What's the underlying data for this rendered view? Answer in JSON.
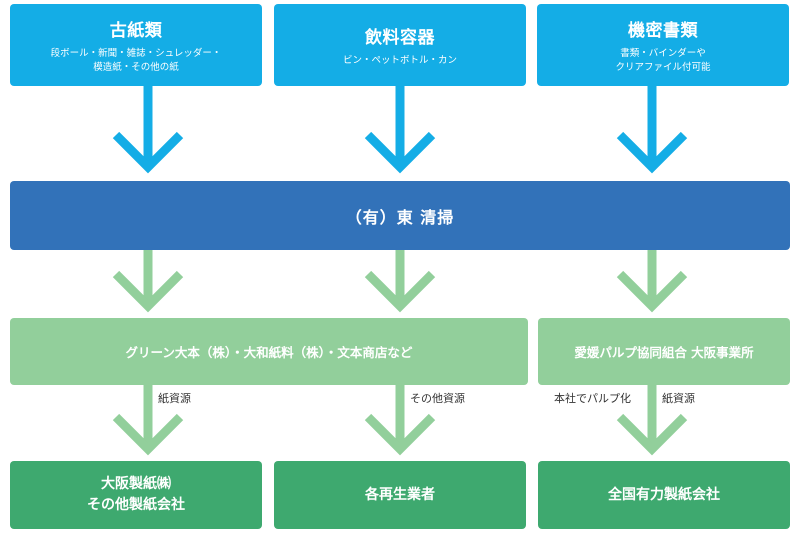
{
  "sources": [
    {
      "title": "古紙類",
      "lines": [
        "段ボール・新聞・雑誌・シュレッダー・",
        "模造紙・その他の紙"
      ]
    },
    {
      "title": "飲料容器",
      "lines": [
        "ビン・ペットボトル・カン",
        ""
      ]
    },
    {
      "title": "機密書類",
      "lines": [
        "書類・バインダーや",
        "クリアファイル付可能"
      ]
    }
  ],
  "processor": "（有）東 清掃",
  "middle": {
    "left": "グリーン大本（株）・大和紙料（株）・文本商店など",
    "right": "愛媛パルプ協同組合 大阪事業所"
  },
  "labels": {
    "left": "紙資源",
    "center": "その他資源",
    "right_a": "本社でパルプ化",
    "right_b": "紙資源"
  },
  "destinations": [
    {
      "lines": [
        "大阪製紙㈱",
        "その他製紙会社"
      ]
    },
    {
      "lines": [
        "各再生業者",
        ""
      ]
    },
    {
      "lines": [
        "全国有力製紙会社",
        ""
      ]
    }
  ],
  "colors": {
    "source": "#14ade6",
    "processor": "#3272b9",
    "middle": "#92cf9b",
    "destination": "#3ea96f",
    "arrow_blue": "#14ade6",
    "arrow_green": "#92cf9b"
  }
}
